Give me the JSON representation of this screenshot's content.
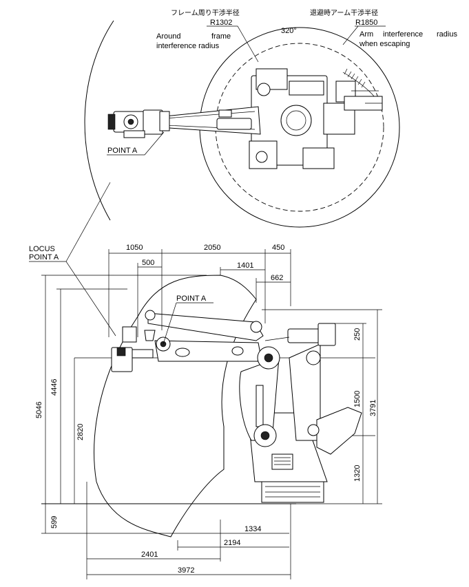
{
  "top_view": {
    "frame_radius_label_jp": "フレーム周り干渉半径",
    "frame_radius_value": "R1302",
    "frame_radius_label_en_1": "Around",
    "frame_radius_label_en_2": "frame",
    "frame_radius_label_en_3": "interference radius",
    "escape_radius_label_jp": "退避時アーム干渉半径",
    "escape_radius_value": "R1850",
    "escape_radius_label_en_1": "Arm",
    "escape_radius_label_en_2": "interference",
    "escape_radius_label_en_3": "radius",
    "escape_radius_label_en_4": "when escaping",
    "rotation_angle": "320°",
    "point_a_label": "POINT A"
  },
  "side_view": {
    "locus_label_1": "LOCUS",
    "locus_label_2": "POINT A",
    "point_a_label": "POINT A",
    "dims_top": {
      "d1050": "1050",
      "d2050": "2050",
      "d450": "450",
      "d500": "500",
      "d1401": "1401",
      "d662": "662"
    },
    "dims_left": {
      "d5046": "5046",
      "d4446": "4446",
      "d2820": "2820",
      "d599": "599"
    },
    "dims_right": {
      "d250": "250",
      "d1500": "1500",
      "d1320": "1320",
      "d3791": "3791"
    },
    "dims_bottom": {
      "d1334": "1334",
      "d2194": "2194",
      "d2401": "2401",
      "d3972": "3972"
    }
  }
}
